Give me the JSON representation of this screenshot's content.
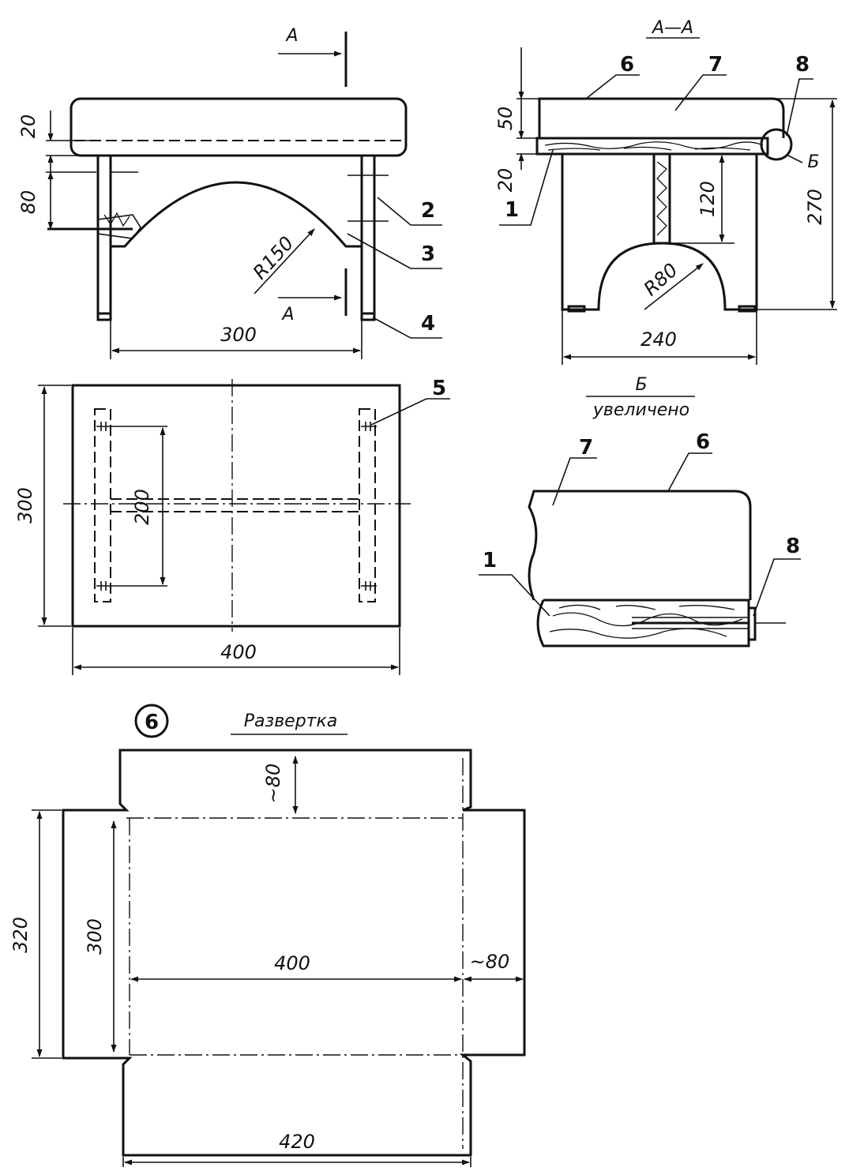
{
  "section_marks": {
    "a": "A",
    "aa": "A—A",
    "b": "Б",
    "b_enlarged": "увеличено"
  },
  "parts": {
    "p1": "1",
    "p2": "2",
    "p3": "3",
    "p4": "4",
    "p5": "5",
    "p6": "6",
    "p7": "7",
    "p8": "8"
  },
  "front_view": {
    "dim_20": "20",
    "dim_80": "80",
    "dim_r150": "R150",
    "dim_300": "300"
  },
  "section_view": {
    "dim_50": "50",
    "dim_20": "20",
    "dim_120": "120",
    "dim_270": "270",
    "dim_r80": "R80",
    "dim_240": "240"
  },
  "top_view": {
    "dim_300": "300",
    "dim_200": "200",
    "dim_400": "400"
  },
  "development": {
    "part_number": "6",
    "title": "Развертка",
    "dim_80_top": "~80",
    "dim_80_side": "~80",
    "dim_320": "320",
    "dim_300": "300",
    "dim_400": "400",
    "dim_420": "420"
  }
}
